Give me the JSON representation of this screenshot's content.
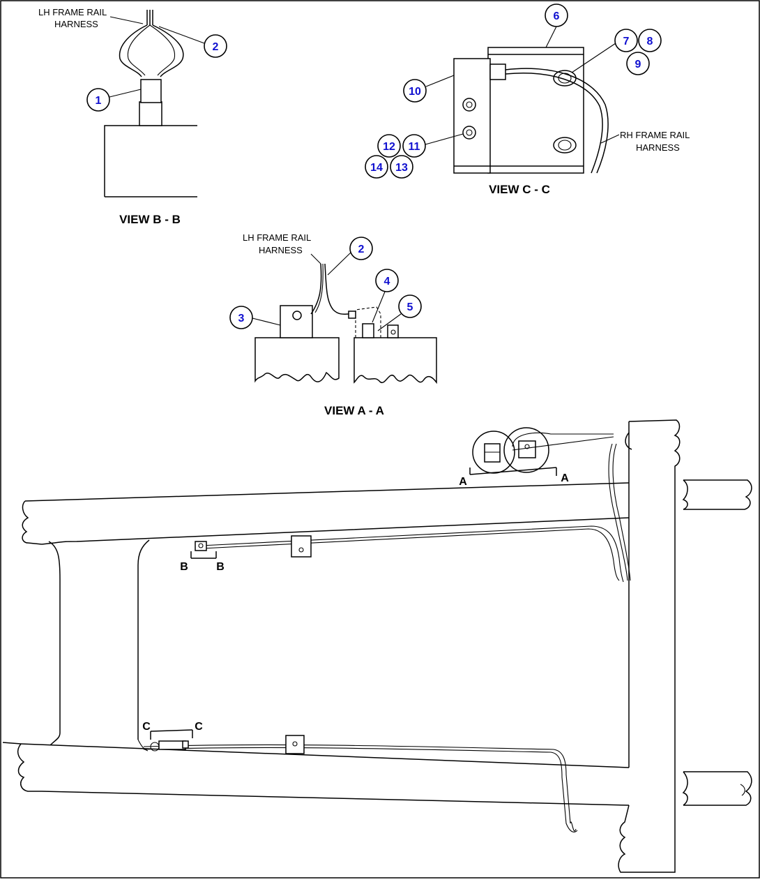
{
  "labels": {
    "lh_frame_rail_harness_b": [
      "LH FRAME RAIL",
      "HARNESS"
    ],
    "lh_frame_rail_harness_a": [
      "LH FRAME RAIL",
      "HARNESS"
    ],
    "rh_frame_rail_harness_c": [
      "RH FRAME RAIL",
      "HARNESS"
    ]
  },
  "views": {
    "view_b": "VIEW B - B",
    "view_c": "VIEW C - C",
    "view_a": "VIEW A - A"
  },
  "section_letters": {
    "a": "A",
    "b": "B",
    "c": "C"
  },
  "callouts": {
    "n1": "1",
    "n2": "2",
    "n3": "3",
    "n4": "4",
    "n5": "5",
    "n6": "6",
    "n7": "7",
    "n8": "8",
    "n9": "9",
    "n10": "10",
    "n11": "11",
    "n12": "12",
    "n13": "13",
    "n14": "14"
  },
  "colors": {
    "callout_text": "#1010d0",
    "line": "#000000",
    "background": "#ffffff"
  }
}
